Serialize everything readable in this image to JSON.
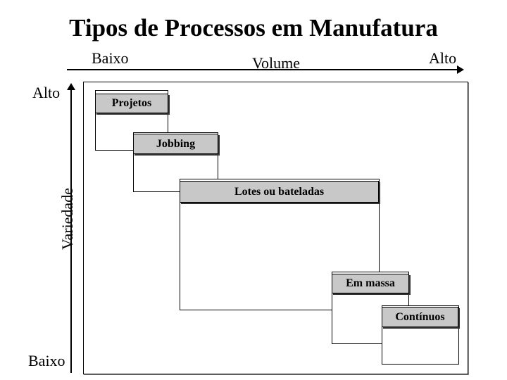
{
  "title": "Tipos de Processos em Manufatura",
  "volume_axis": {
    "label": "Volume",
    "low": "Baixo",
    "high": "Alto"
  },
  "variety_axis": {
    "label": "Variedade",
    "low": "Baixo",
    "high": "Alto"
  },
  "processes": [
    {
      "label": "Projetos"
    },
    {
      "label": "Jobbing"
    },
    {
      "label": "Lotes ou bateladas"
    },
    {
      "label": "Em massa"
    },
    {
      "label": "Contínuos"
    }
  ]
}
